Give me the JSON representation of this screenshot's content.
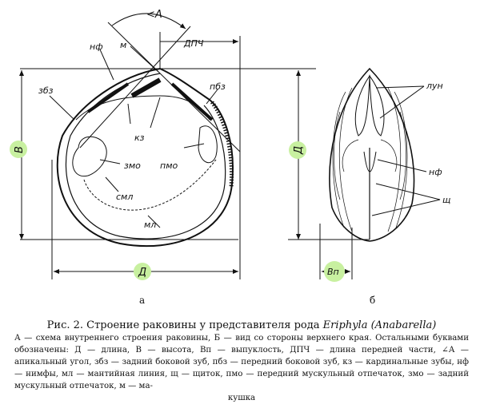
{
  "figure": {
    "left_labels": {
      "angle": "<А",
      "nf": "нф",
      "m": "м",
      "dpch": "ДПЧ",
      "zbz": "збз",
      "pbz": "пбз",
      "kz": "кз",
      "zmo": "змо",
      "pmo": "пмо",
      "sml": "смл",
      "ml": "мл",
      "height": "В",
      "length": "Д",
      "panel": "а"
    },
    "right_labels": {
      "lun": "лун",
      "nf": "нф",
      "sch": "щ",
      "length": "Д",
      "convexity": "Вп",
      "panel": "б"
    },
    "marker_color": "#c8f0a0"
  },
  "caption": {
    "title_prefix": "Рис. 2. Строение раковины у представителя рода",
    "title_genus": "Eriphyla (Anabarella)",
    "body": "А — схема внутреннего строения раковины, Б — вид со стороны верхнего края. Остальными буквами обозначены: Д — длина, В — высота, Вп — выпуклость, ДПЧ — длина передней части, ∠А — апикальный угол, збз — задний боковой зуб, пбз — передний боковой зуб, кз — кардинальные зубы, нф — нимфы, мл — мантийная линия, щ — щиток, пмо — передний мускульный отпечаток, змо — задний мускульный отпечаток, м — ма-",
    "end": "кушка"
  }
}
